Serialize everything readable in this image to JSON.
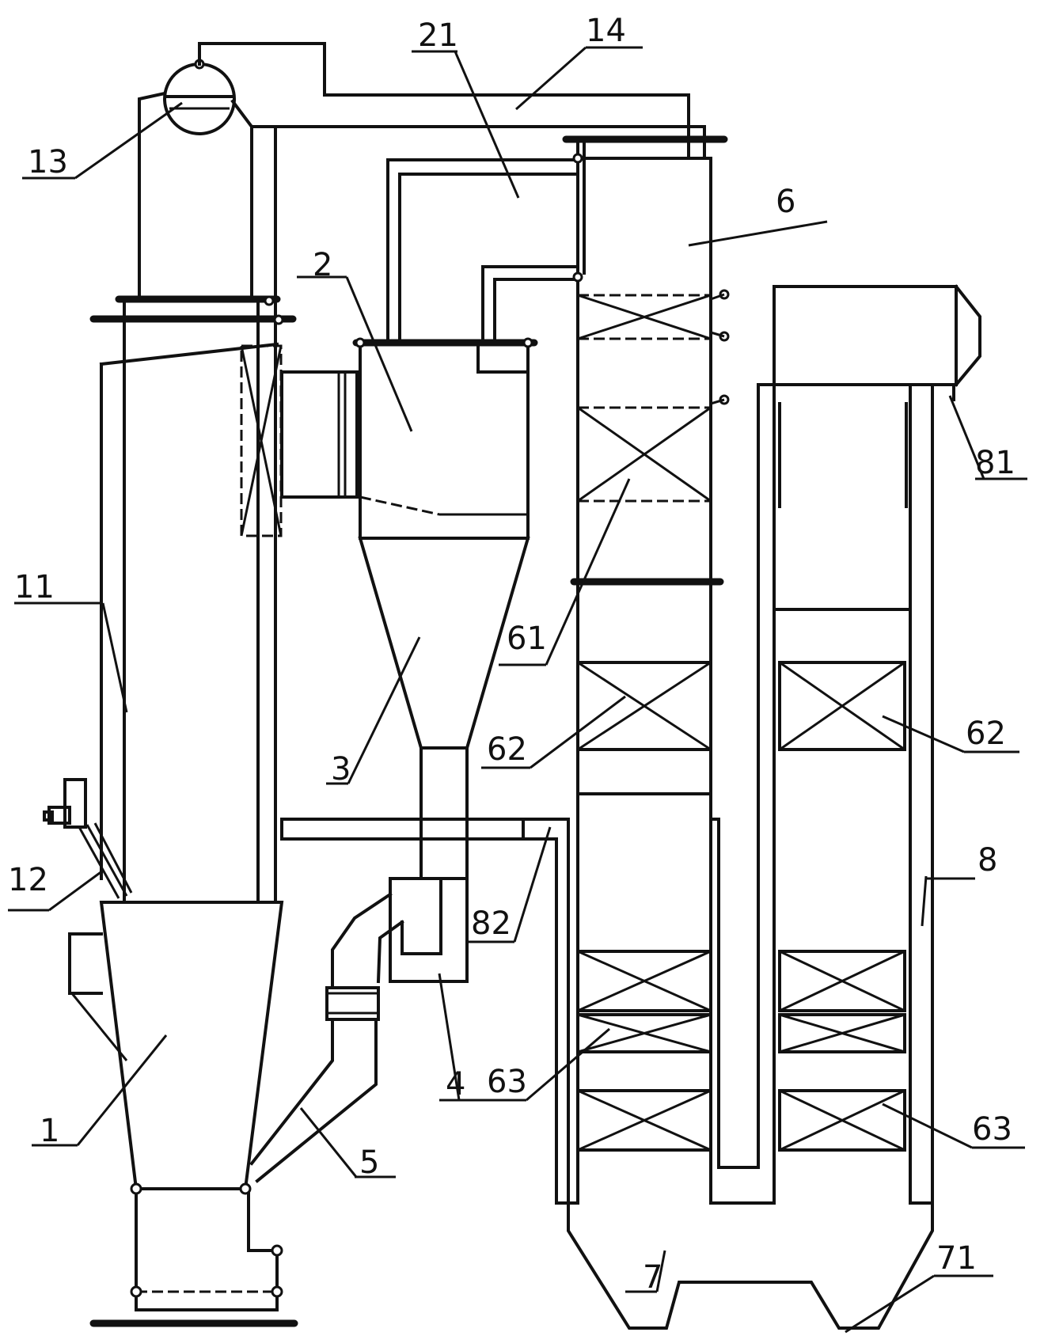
{
  "labels": {
    "l1": "1",
    "l2": "2",
    "l3": "3",
    "l4": "4",
    "l5": "5",
    "l6": "6",
    "l7": "7",
    "l8": "8",
    "l11": "11",
    "l12": "12",
    "l13": "13",
    "l14": "14",
    "l21": "21",
    "l61": "61",
    "l62a": "62",
    "l62b": "62",
    "l63a": "63",
    "l63b": "63",
    "l71": "71",
    "l81": "81",
    "l82": "82"
  }
}
